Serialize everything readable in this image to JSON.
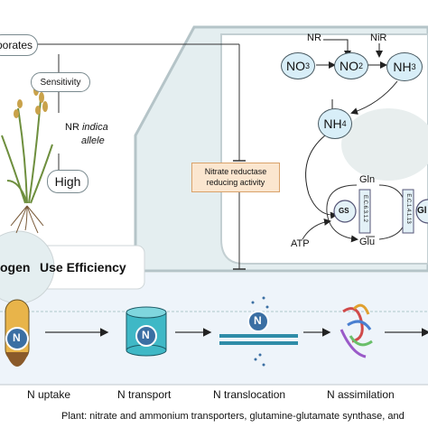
{
  "top_left": {
    "corporates_fragment": "porates",
    "sensitivity": "Sensitivity",
    "nr_label_prefix": "NR ",
    "nr_label_italic": "indica",
    "allele": "allele",
    "high": "High"
  },
  "nue_banner": {
    "left_fragment": "ogen",
    "right": "Use Efficiency"
  },
  "enzymes": {
    "nr": "NR",
    "nir": "NiR",
    "no3": "NO",
    "no3_sub": "3",
    "no2": "NO",
    "no2_sub": "2",
    "nh3": "NH",
    "nh3_sub": "3",
    "nh4": "NH",
    "nh4_sub": "4"
  },
  "nitrate_box": {
    "line1": "Nitrate reductase",
    "line2": "reducing activity"
  },
  "gs_cycle": {
    "gln": "Gln",
    "glu": "Glu",
    "gs": "GS",
    "ec1": "E.C.6.3.1.2",
    "ec2": "E.C.1.4.1.13",
    "gl_fragment": "Gl",
    "atp": "ATP"
  },
  "icons": {
    "n_letter": "N"
  },
  "processes": [
    "N uptake",
    "N transport",
    "N translocation",
    "N assimilation"
  ],
  "caption": "Plant: nitrate and ammonium transporters, glutamine-glutamate synthase, and",
  "colors": {
    "cell_bg": "#e4eef0",
    "panel_bg": "#eef4fa",
    "circle_fill": "#d8eef8",
    "box_fill": "#fbe6cf",
    "box_border": "#d9a26a"
  }
}
